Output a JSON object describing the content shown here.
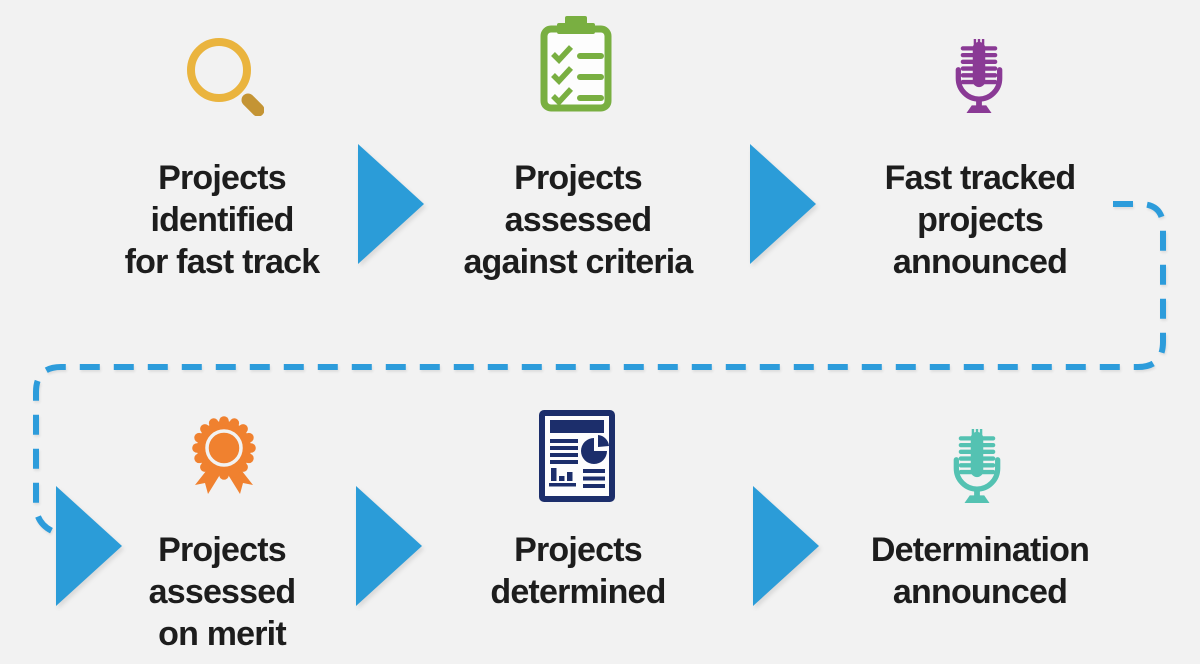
{
  "figure": {
    "type": "process-flow-infographic",
    "background": "#F2F2F2",
    "text_color": "#1D1D1D"
  },
  "flow": {
    "arrow_color": "#2B9CD8",
    "connector_color": "#2D9CDB"
  },
  "steps": [
    {
      "order": 1,
      "icon": "magnifier-icon",
      "icon_color": "#EAB43E",
      "icon_color2": "#C49434",
      "label": "Projects\nidentified\nfor fast track"
    },
    {
      "order": 2,
      "icon": "checklist-clipboard-icon",
      "icon_color": "#79AF41",
      "label": "Projects\nassessed\nagainst criteria"
    },
    {
      "order": 3,
      "icon": "microphone-icon",
      "icon_color": "#8A3A95",
      "label": "Fast tracked\nprojects\nannounced"
    },
    {
      "order": 4,
      "icon": "award-rosette-icon",
      "icon_color": "#F0812F",
      "label": "Projects\nassessed\non merit"
    },
    {
      "order": 5,
      "icon": "report-document-icon",
      "icon_color": "#1C2E6B",
      "label": "Projects\ndetermined"
    },
    {
      "order": 6,
      "icon": "microphone-icon",
      "icon_color": "#54C2B2",
      "label": "Determination\nannounced"
    }
  ]
}
